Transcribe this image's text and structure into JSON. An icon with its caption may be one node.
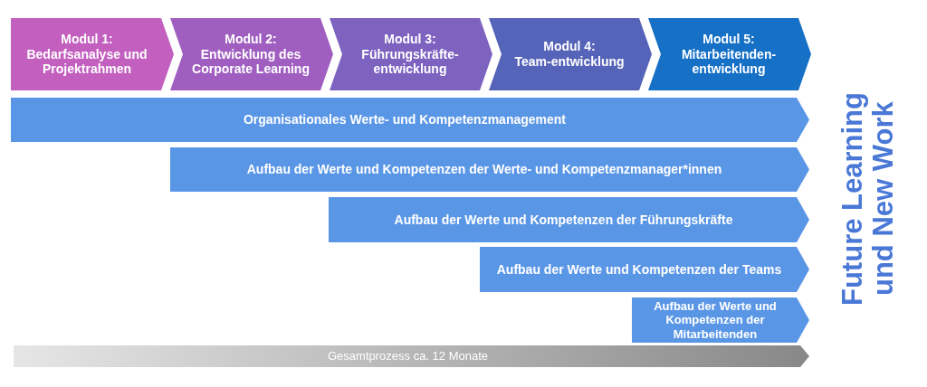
{
  "diagram": {
    "nodes": [
      {
        "text": [
          "Modul 1:",
          "Bedarfsanalyse und Projektrahmen"
        ]
      },
      {
        "text": [
          "Modul 2:",
          "Entwicklung des Corporate Learning"
        ]
      },
      {
        "text": [
          "Modul 3:",
          "Führungskräfte-entwicklung"
        ]
      },
      {
        "text": [
          "Modul 4:",
          "Team-entwicklung"
        ]
      },
      {
        "text": [
          "Modul 5:",
          "Mitarbeitenden-entwicklung"
        ]
      },
      {
        "text": [
          "Organisationales Werte- und Kompetenzmanagement"
        ]
      },
      {
        "text": [
          "Aufbau der Werte und Kompetenzen der Werte- und Kompetenzmanager*innen"
        ]
      },
      {
        "text": [
          "Aufbau der Werte und Kompetenzen der Führungskräfte"
        ]
      },
      {
        "text": [
          "Aufbau der Werte und Kompetenzen der Teams"
        ]
      },
      {
        "text": [
          "Aufbau der Werte und Kompetenzen der Mitarbeitenden"
        ]
      },
      {
        "text": [
          "Gesamtprozess ca. 12 Monate"
        ]
      }
    ],
    "edges": [],
    "labels": [
      "Future Learning und New Work"
    ]
  }
}
